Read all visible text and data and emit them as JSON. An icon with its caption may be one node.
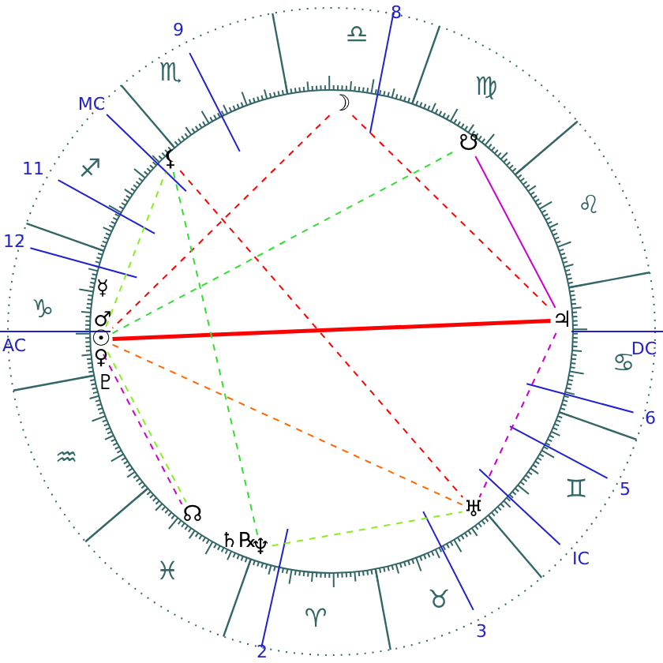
{
  "diagram": {
    "nodes": [
      {
        "text": [
          "☽"
        ]
      },
      {
        "text": [
          "☋"
        ]
      },
      {
        "text": [
          "⚸"
        ]
      },
      {
        "text": [
          "♃"
        ]
      },
      {
        "text": [
          "☉"
        ]
      },
      {
        "text": [
          "♅"
        ]
      },
      {
        "text": [
          "♆"
        ]
      },
      {
        "text": [
          "☊"
        ]
      }
    ],
    "edges": [
      {
        "from": 0,
        "to": 4,
        "arrow": "none",
        "style": "dashed",
        "color": "#ff0000"
      },
      {
        "from": 0,
        "to": 3,
        "arrow": "none",
        "style": "dashed",
        "color": "#ff0000"
      },
      {
        "from": 2,
        "to": 5,
        "arrow": "none",
        "style": "dashed",
        "color": "#ff0000"
      },
      {
        "from": 4,
        "to": 3,
        "arrow": "none",
        "style": "thick",
        "color": "#ff0000"
      },
      {
        "from": 4,
        "to": 5,
        "arrow": "none",
        "style": "dashed",
        "color": "#ff6600"
      },
      {
        "from": 4,
        "to": 1,
        "arrow": "none",
        "style": "dashed",
        "color": "#33dd33"
      },
      {
        "from": 4,
        "to": 2,
        "arrow": "none",
        "style": "dashed",
        "color": "#88ee22"
      },
      {
        "from": 2,
        "to": 6,
        "arrow": "none",
        "style": "dashed",
        "color": "#33dd33"
      },
      {
        "from": 4,
        "to": 7,
        "arrow": "none",
        "style": "dashed",
        "color": "#88ee22"
      },
      {
        "from": 4,
        "to": 7,
        "arrow": "none",
        "style": "dashed",
        "color": "#cc00cc"
      },
      {
        "from": 1,
        "to": 3,
        "arrow": "none",
        "color": "#cc00cc"
      },
      {
        "from": 3,
        "to": 5,
        "arrow": "none",
        "style": "dashed",
        "color": "#cc00cc"
      },
      {
        "from": 6,
        "to": 5,
        "arrow": "none",
        "style": "dashed",
        "color": "#88ee22"
      }
    ],
    "labels": [
      "8",
      "9",
      "♎",
      "♏",
      "♍",
      "MC",
      "11",
      "♐",
      "♌",
      "12",
      "☿",
      "♑",
      "♂",
      "AC",
      "DC",
      "♀",
      "♋",
      "♇",
      "6",
      "♒",
      "♊",
      "5",
      "♄℞",
      "IC",
      "♓",
      "♉",
      "♈",
      "3",
      "2"
    ]
  }
}
